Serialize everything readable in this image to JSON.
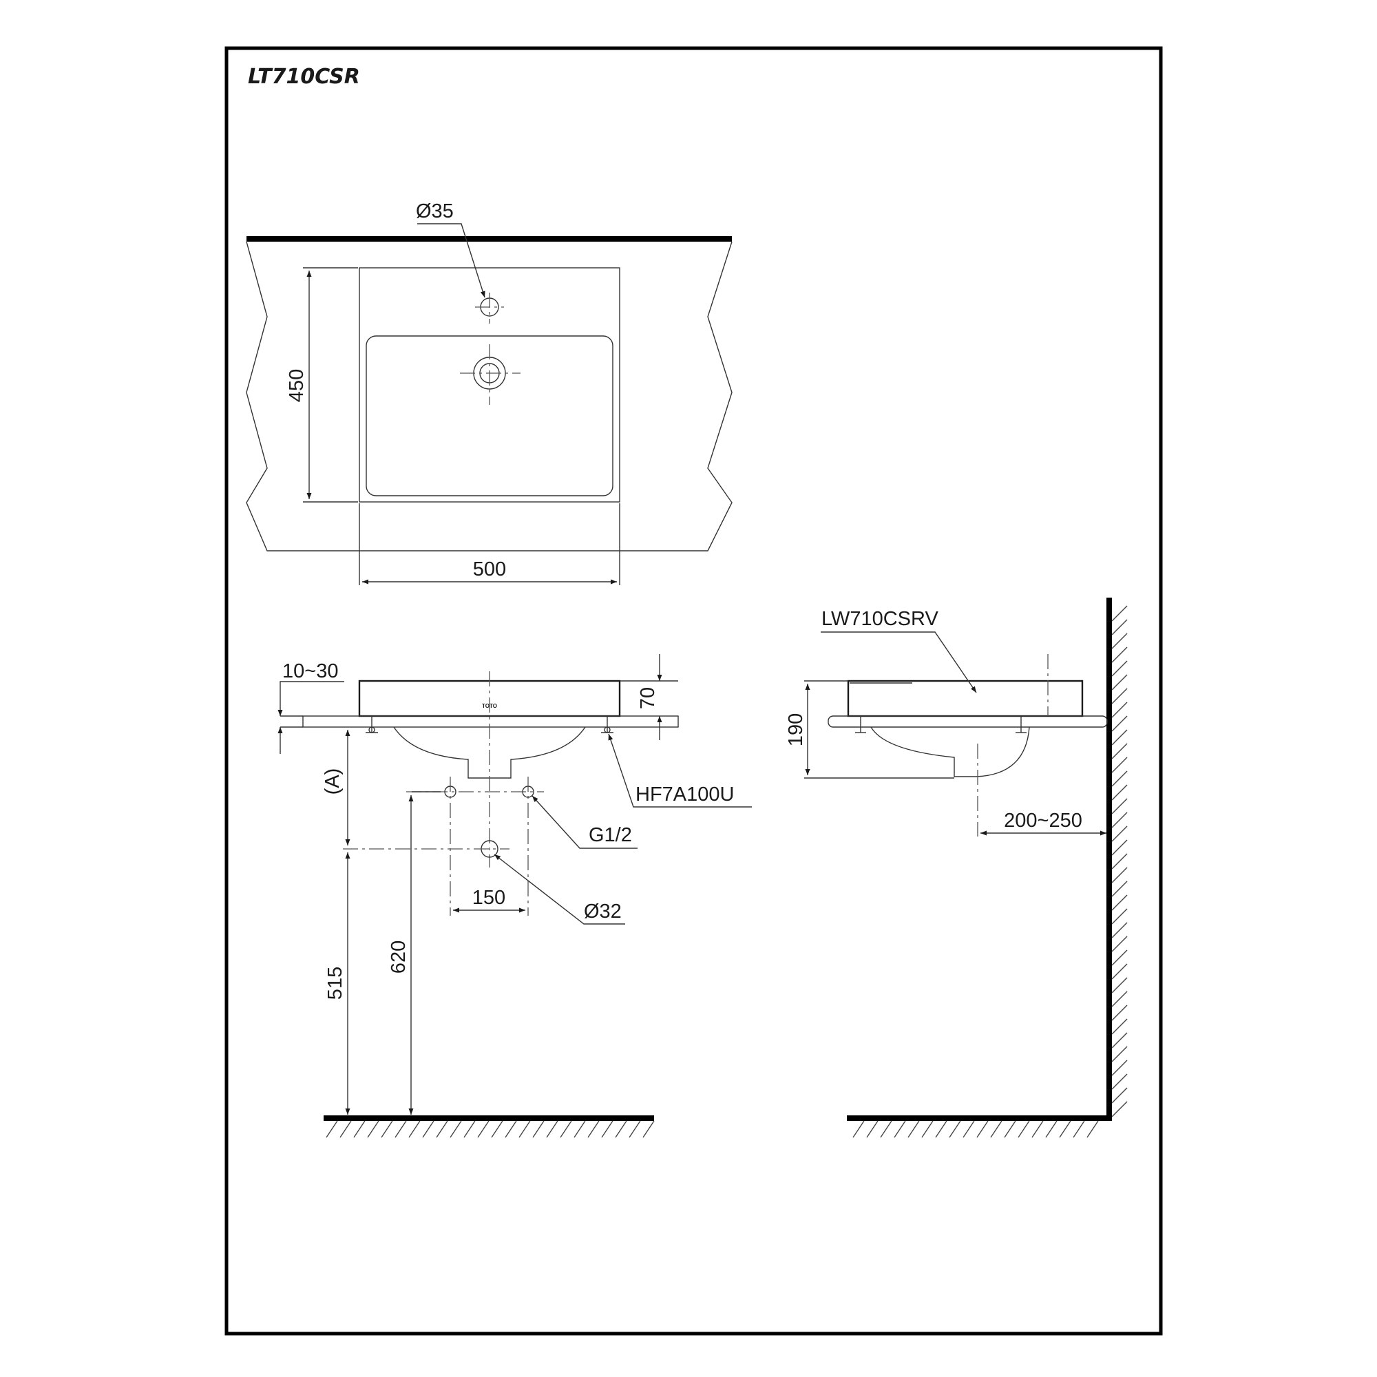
{
  "model": "LT710CSR",
  "plan_view": {
    "faucet_hole": "Ø35",
    "depth": "450",
    "width": "500"
  },
  "front_view": {
    "counter_thickness": "10~30",
    "basin_height": "70",
    "clip_part": "HF7A100U",
    "drain_offset": "(A)",
    "supply_thread": "G1/2",
    "supply_spacing": "150",
    "drain_hole": "Ø32",
    "drain_height": "515",
    "supply_height": "620",
    "brand_mark": "TOTO"
  },
  "side_view": {
    "part": "LW710CSRV",
    "total_height": "190",
    "wall_distance": "200~250"
  }
}
